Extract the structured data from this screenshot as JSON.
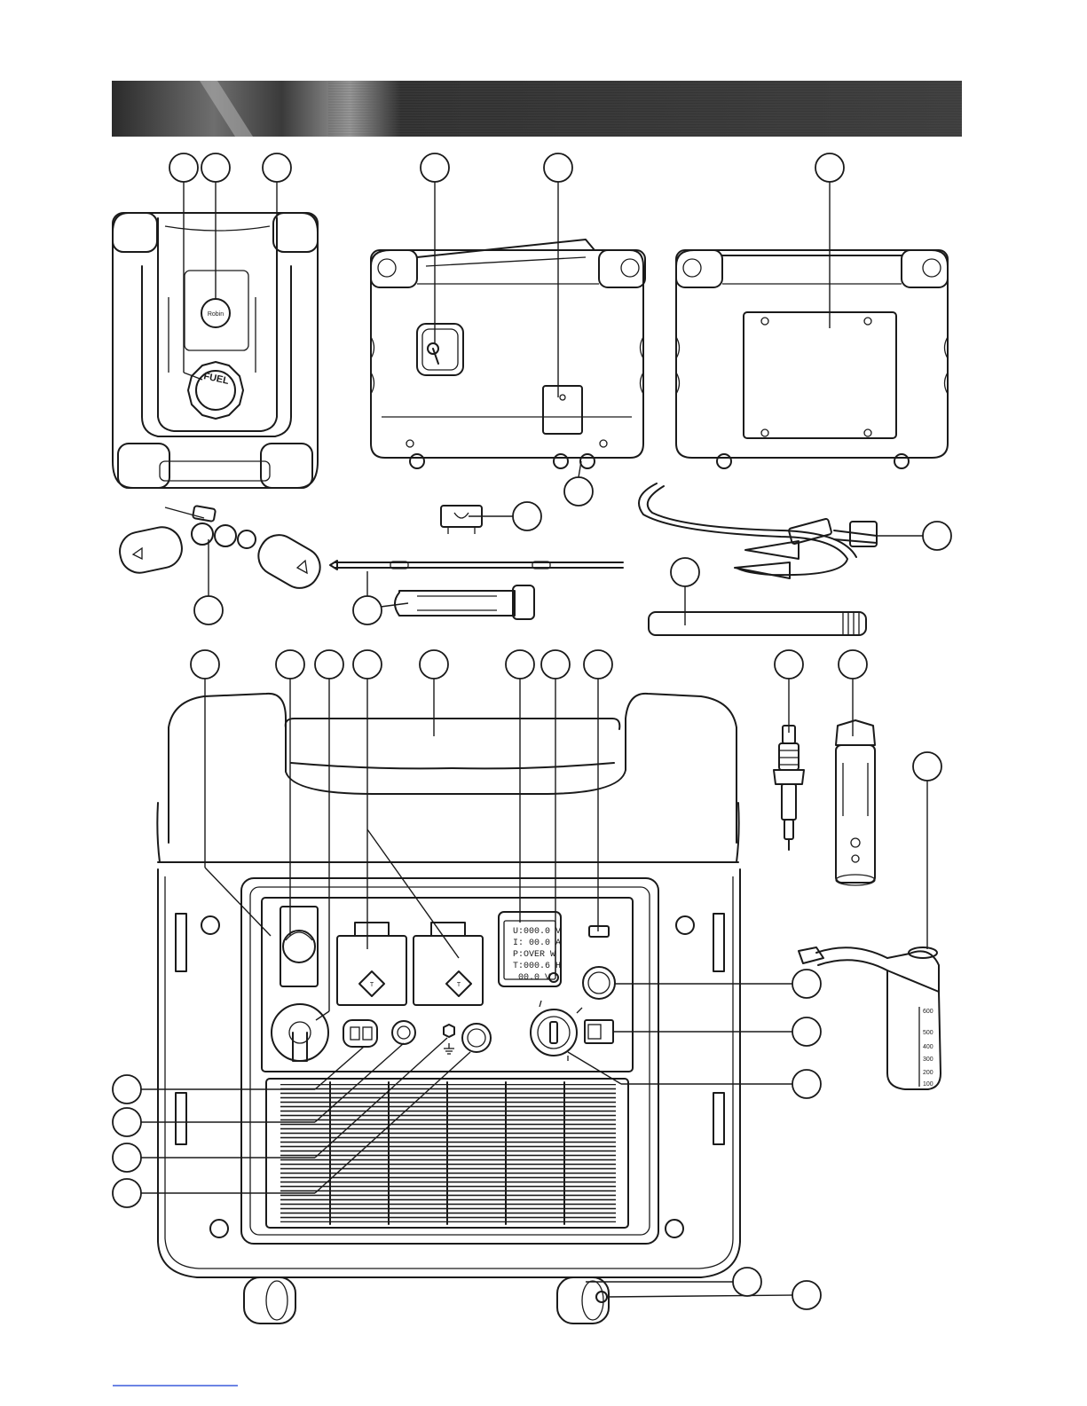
{
  "header_bar": {
    "colors": {
      "dark": "#2b2b2b",
      "light": "#9a9a9a"
    }
  },
  "fuel_cap_label": "FUEL",
  "brand_plate_label": "Robin",
  "display_panel": {
    "lines": [
      "U:000.0 V",
      "I: 00.0 A",
      "P:OVER W",
      "T:000.6 H",
      "00.0 V"
    ]
  },
  "outlet_cover_symbol": "T",
  "measuring_bottle_scale": [
    "600",
    "500",
    "400",
    "300",
    "200",
    "100"
  ],
  "icons": {
    "callout": "blank-circle-callout",
    "ground": "ground-symbol-icon"
  }
}
